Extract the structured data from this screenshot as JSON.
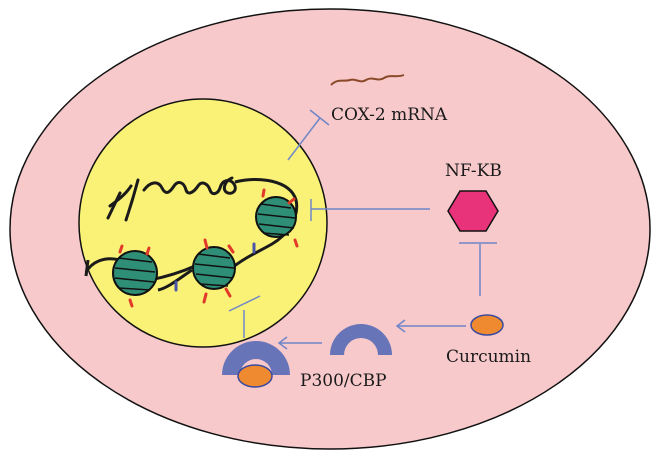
{
  "labels": {
    "cox2_mrna": "COX-2 mRNA",
    "nfkb": "NF-KB",
    "curcumin": "Curcumin",
    "p300_cbp": "P300/CBP"
  },
  "colors": {
    "cell": "#f7c9cb",
    "nucleus": "#f9f277",
    "nucleosome": "#2f8e76",
    "dna": "#1a1a1a",
    "nfkb": "#e8327a",
    "curcumin": "#f08a30",
    "p300_cbp": "#6874b8",
    "connector": "#6f86c8",
    "mrna": "#8a4a2a"
  }
}
